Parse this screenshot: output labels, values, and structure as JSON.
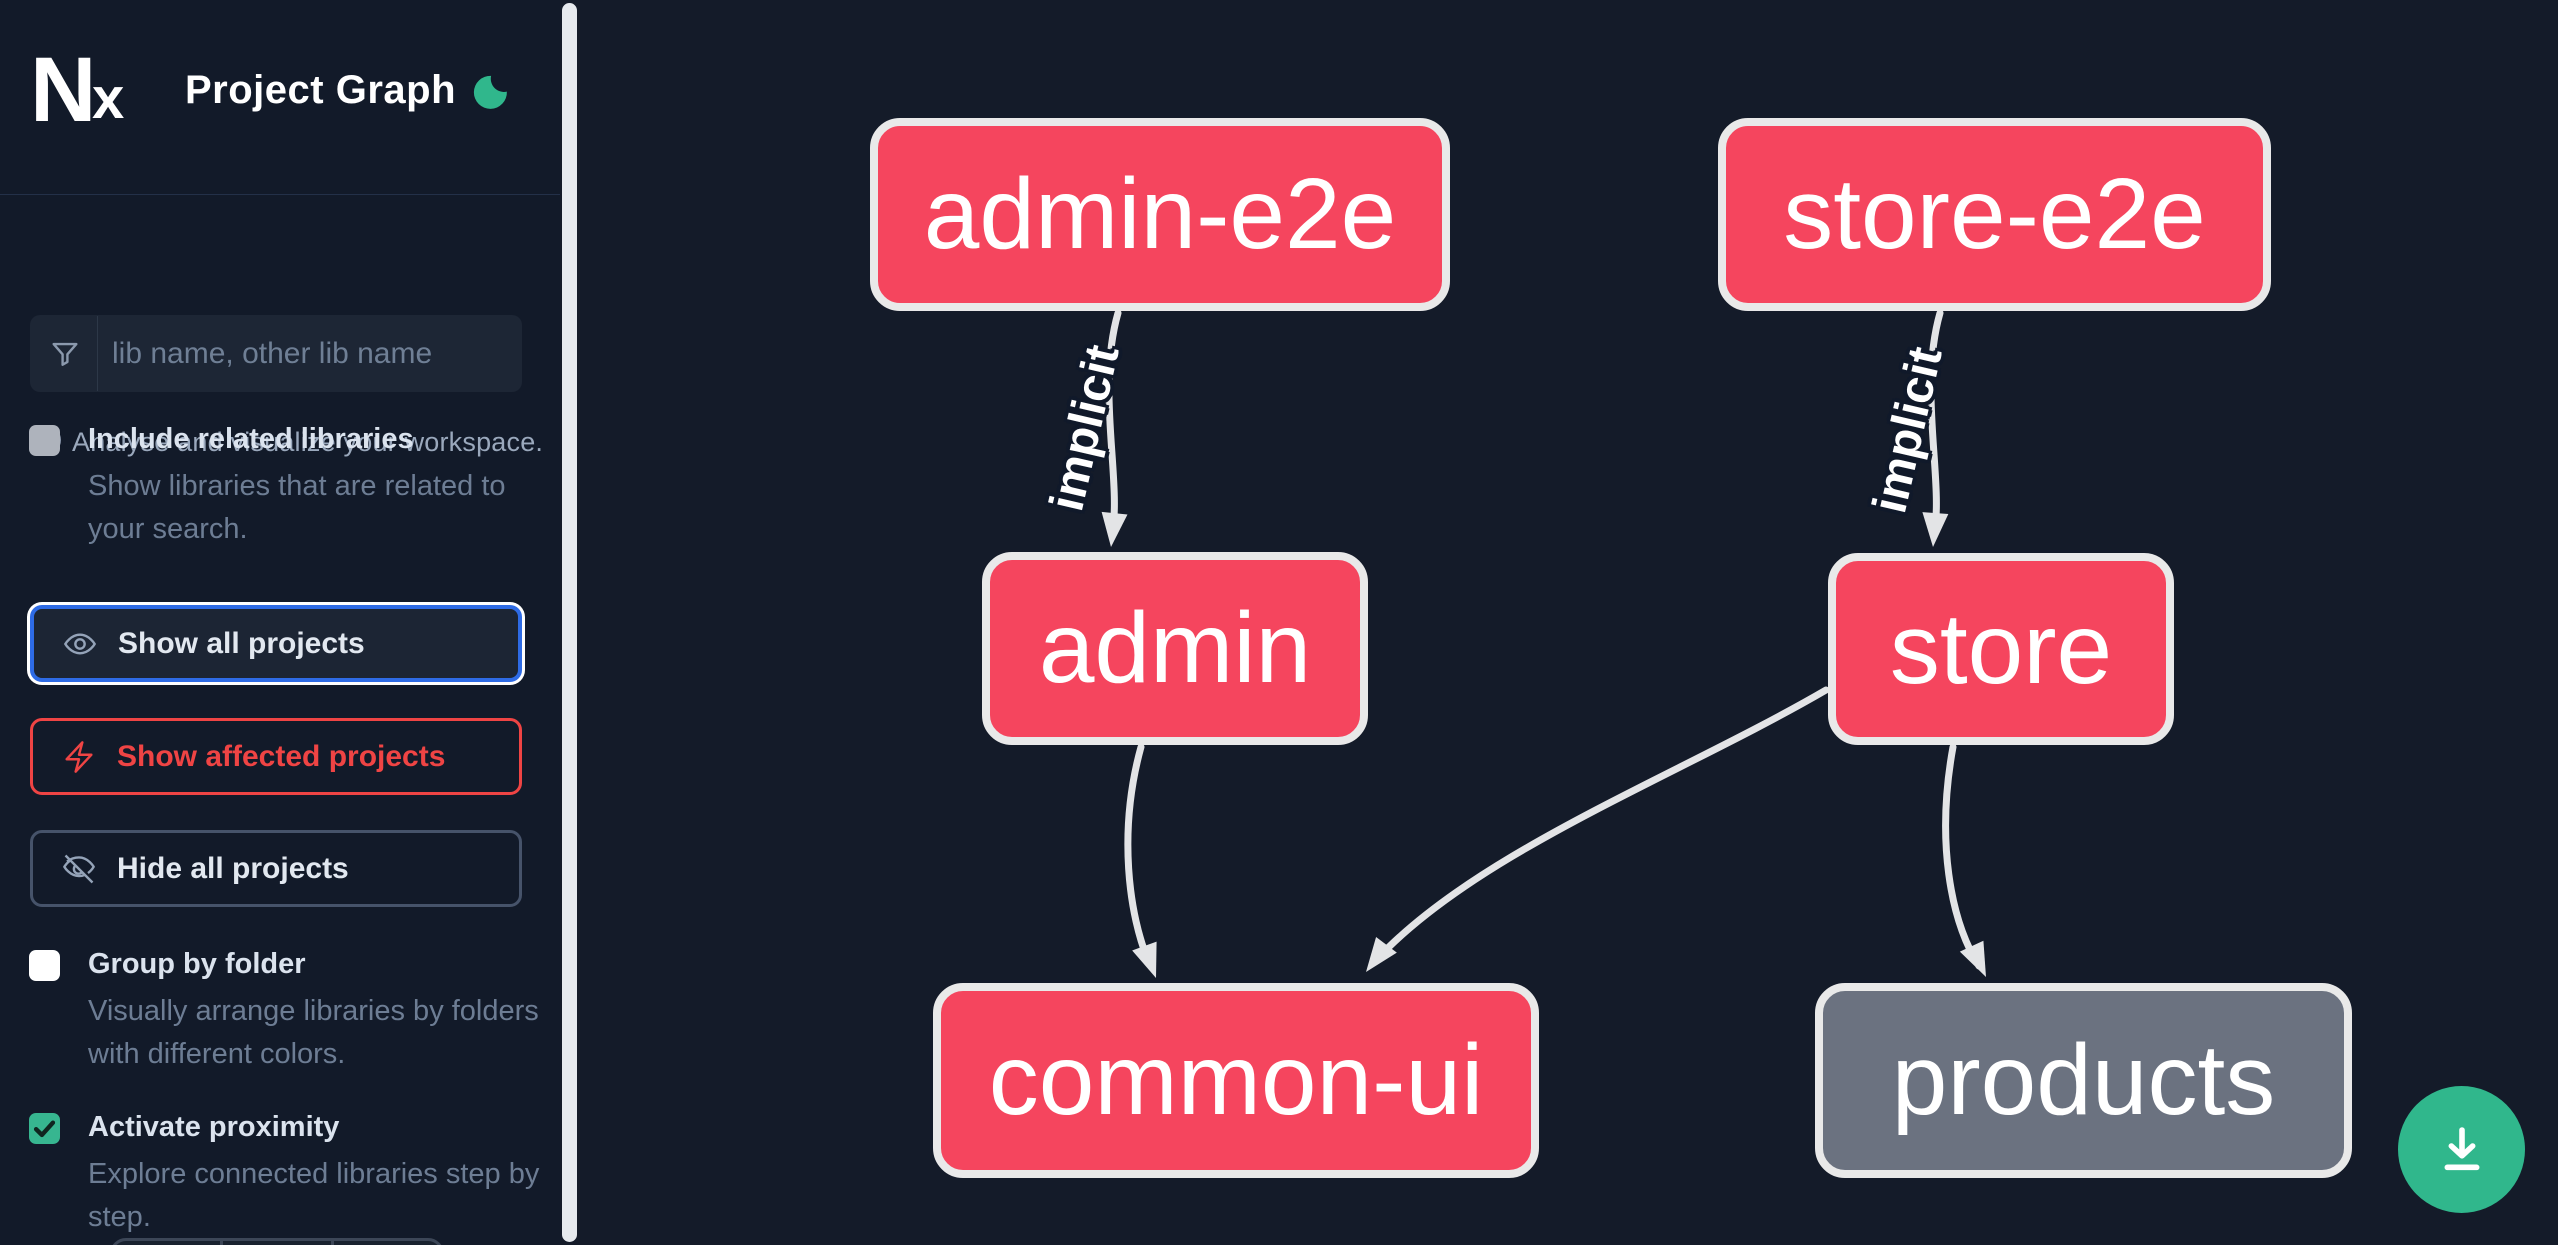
{
  "header": {
    "logo_text": "Nx",
    "title": "Project Graph",
    "theme_icon": "moon-icon"
  },
  "intro": {
    "text": "Analyse and visualize your workspace."
  },
  "search": {
    "placeholder": "lib name, other lib name",
    "value": ""
  },
  "filters": {
    "include_related": {
      "label": "Include related libraries",
      "description": "Show libraries that are related to your search.",
      "checked": false,
      "disabled": true
    },
    "group_by_folder": {
      "label": "Group by folder",
      "description": "Visually arrange libraries by folders with different colors.",
      "checked": false
    },
    "activate_proximity": {
      "label": "Activate proximity",
      "description": "Explore connected libraries step by step.",
      "checked": true
    }
  },
  "actions": {
    "show_all": "Show all projects",
    "show_affected": "Show affected projects",
    "hide_all": "Hide all projects"
  },
  "graph": {
    "nodes": [
      {
        "id": "admin-e2e",
        "label": "admin-e2e",
        "type": "affected"
      },
      {
        "id": "store-e2e",
        "label": "store-e2e",
        "type": "affected"
      },
      {
        "id": "admin",
        "label": "admin",
        "type": "affected"
      },
      {
        "id": "store",
        "label": "store",
        "type": "affected"
      },
      {
        "id": "common-ui",
        "label": "common-ui",
        "type": "affected"
      },
      {
        "id": "products",
        "label": "products",
        "type": "default"
      }
    ],
    "edges": [
      {
        "from": "admin-e2e",
        "to": "admin",
        "label": "implicit"
      },
      {
        "from": "store-e2e",
        "to": "store",
        "label": "implicit"
      },
      {
        "from": "admin",
        "to": "common-ui",
        "label": ""
      },
      {
        "from": "store",
        "to": "common-ui",
        "label": ""
      },
      {
        "from": "store",
        "to": "products",
        "label": ""
      }
    ]
  },
  "fab": {
    "icon": "download-icon"
  },
  "colors": {
    "background": "#141b29",
    "sidebar_background": "#121a29",
    "node_affected": "#f5455e",
    "node_default": "#6b7280",
    "node_border": "#e9e9e9",
    "edge": "#e3e4e6",
    "accent_green": "#30b78c",
    "focus_blue": "#2e6be5",
    "affected_red": "#ef4444"
  }
}
